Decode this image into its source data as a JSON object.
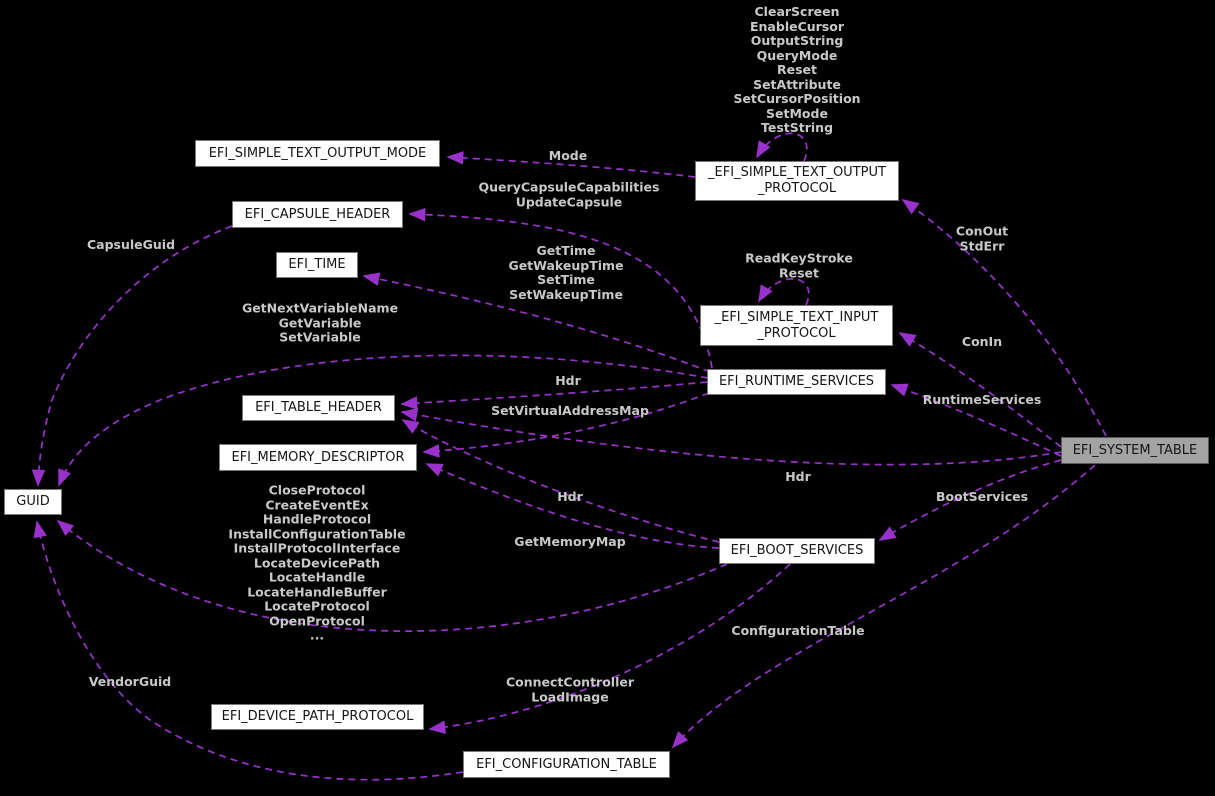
{
  "diagram": {
    "title": "EFI_SYSTEM_TABLE collaboration graph",
    "background_color": "#000000",
    "edge_color": "#9932CC",
    "edge_label_color": "#c8c8c8",
    "node_fill": "#ffffff",
    "highlight_node_fill": "#a3a3a3"
  },
  "nodes": {
    "simple_text_output_mode": {
      "label": "EFI_SIMPLE_TEXT_OUTPUT_MODE"
    },
    "capsule_header": {
      "label": "EFI_CAPSULE_HEADER"
    },
    "time": {
      "label": "EFI_TIME"
    },
    "table_header": {
      "label": "EFI_TABLE_HEADER"
    },
    "memory_descriptor": {
      "label": "EFI_MEMORY_DESCRIPTOR"
    },
    "guid": {
      "label": "GUID"
    },
    "simple_text_output_protocol": {
      "label": "_EFI_SIMPLE_TEXT_OUTPUT\n_PROTOCOL"
    },
    "simple_text_input_protocol": {
      "label": "_EFI_SIMPLE_TEXT_INPUT\n_PROTOCOL"
    },
    "runtime_services": {
      "label": "EFI_RUNTIME_SERVICES"
    },
    "boot_services": {
      "label": "EFI_BOOT_SERVICES"
    },
    "system_table": {
      "label": "EFI_SYSTEM_TABLE"
    },
    "device_path_protocol": {
      "label": "EFI_DEVICE_PATH_PROTOCOL"
    },
    "configuration_table": {
      "label": "EFI_CONFIGURATION_TABLE"
    }
  },
  "edge_labels": {
    "output_self": "ClearScreen\nEnableCursor\nOutputString\nQueryMode\nReset\nSetAttribute\nSetCursorPosition\nSetMode\nTestString",
    "mode": "Mode",
    "conout_stderr": "ConOut\nStdErr",
    "query_capsule": "QueryCapsuleCapabilities\nUpdateCapsule",
    "capsule_guid": "CapsuleGuid",
    "get_time": "GetTime\nGetWakeupTime\nSetTime\nSetWakeupTime",
    "get_variable": "GetNextVariableName\nGetVariable\nSetVariable",
    "read_keystroke": "ReadKeyStroke\nReset",
    "conin": "ConIn",
    "hdr_runtime": "Hdr",
    "runtime_services": "RuntimeServices",
    "set_virtual_address_map": "SetVirtualAddressMap",
    "hdr_system": "Hdr",
    "hdr_boot": "Hdr",
    "boot_services": "BootServices",
    "boot_services_methods": "CloseProtocol\nCreateEventEx\nHandleProtocol\nInstallConfigurationTable\nInstallProtocolInterface\nLocateDevicePath\nLocateHandle\nLocateHandleBuffer\nLocateProtocol\nOpenProtocol\n...",
    "get_memory_map": "GetMemoryMap",
    "configuration_table": "ConfigurationTable",
    "connect_controller": "ConnectController\nLoadImage",
    "vendor_guid": "VendorGuid"
  }
}
